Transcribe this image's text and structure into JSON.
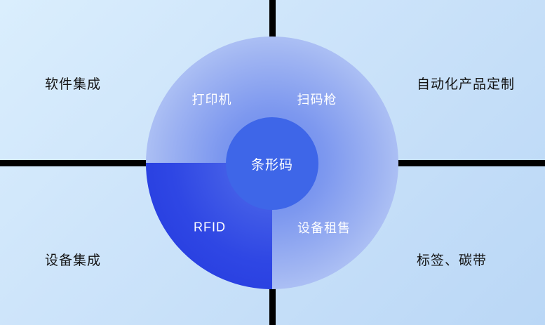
{
  "diagram": {
    "center_label": "条形码",
    "segments": {
      "top_left": "打印机",
      "top_right": "扫码枪",
      "bottom_left": "RFID",
      "bottom_right": "设备租售"
    },
    "corners": {
      "top_left": "软件集成",
      "top_right": "自动化产品定制",
      "bottom_left": "设备集成",
      "bottom_right": "标签、碳带"
    },
    "colors": {
      "background_from": "#daeefd",
      "background_to": "#bad7f6",
      "divider": "#000000",
      "main_circle_core": "#6486ed",
      "main_circle_edge": "#c9dcf9",
      "highlight_quadrant": "#2b43e3",
      "center_circle": "#3e66e8",
      "corner_text": "#141414",
      "segment_text": "#ffffff"
    }
  }
}
